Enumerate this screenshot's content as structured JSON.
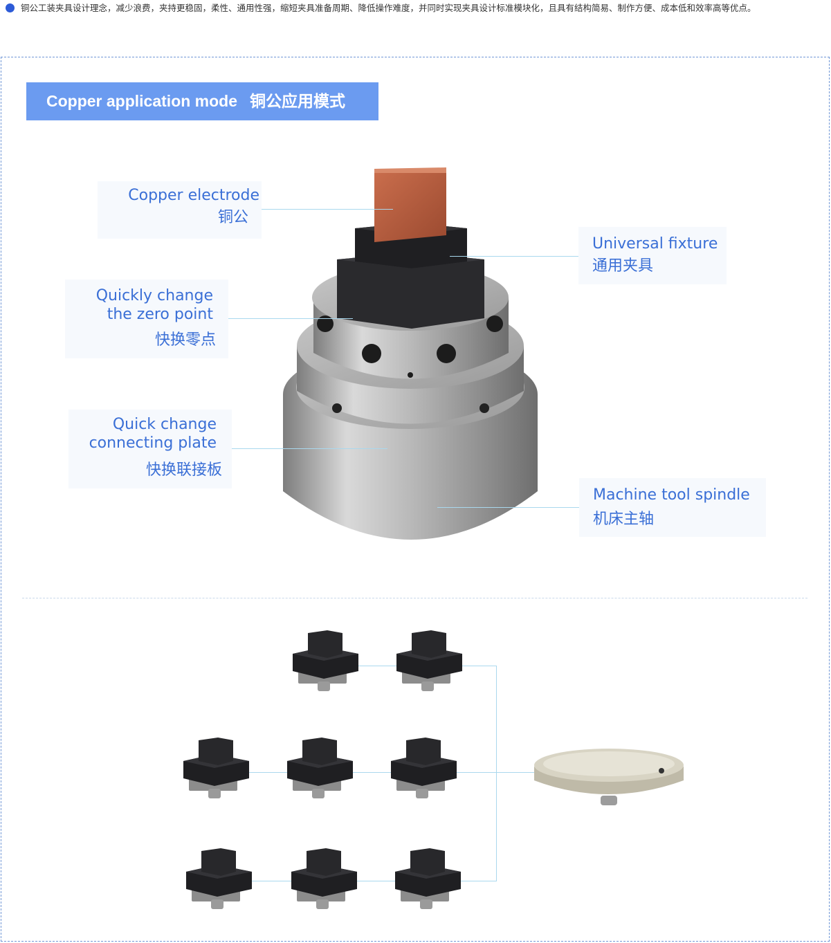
{
  "intro": {
    "text": "铜公工装夹具设计理念，减少浪费，夹持更稳固，柔性、通用性强，缩短夹具准备周期、降低操作难度，并同时实现夹具设计标准模块化，且具有结构简易、制作方便、成本低和效率高等优点。"
  },
  "section": {
    "title_en": "Copper application mode",
    "title_cn": "铜公应用模式"
  },
  "callouts": {
    "copper": {
      "en": "Copper electrode",
      "cn": "铜公"
    },
    "universal": {
      "en": "Universal fixture",
      "cn": "通用夹具"
    },
    "zero_point": {
      "en_1": "Quickly change",
      "en_2": "the zero point",
      "cn": "快换零点"
    },
    "plate": {
      "en_1": "Quick change",
      "en_2": "connecting plate",
      "cn": "快换联接板"
    },
    "spindle": {
      "en": "Machine tool spindle",
      "cn": "机床主轴"
    }
  },
  "colors": {
    "accent": "#6b9bf0",
    "callout_text": "#3a6fd6",
    "callout_bg": "#f6f9fd",
    "leader": "#a9d8ee",
    "copper": "#b65a3c",
    "fixture_black": "#1f1f22",
    "steel": "#a8a8a8"
  }
}
